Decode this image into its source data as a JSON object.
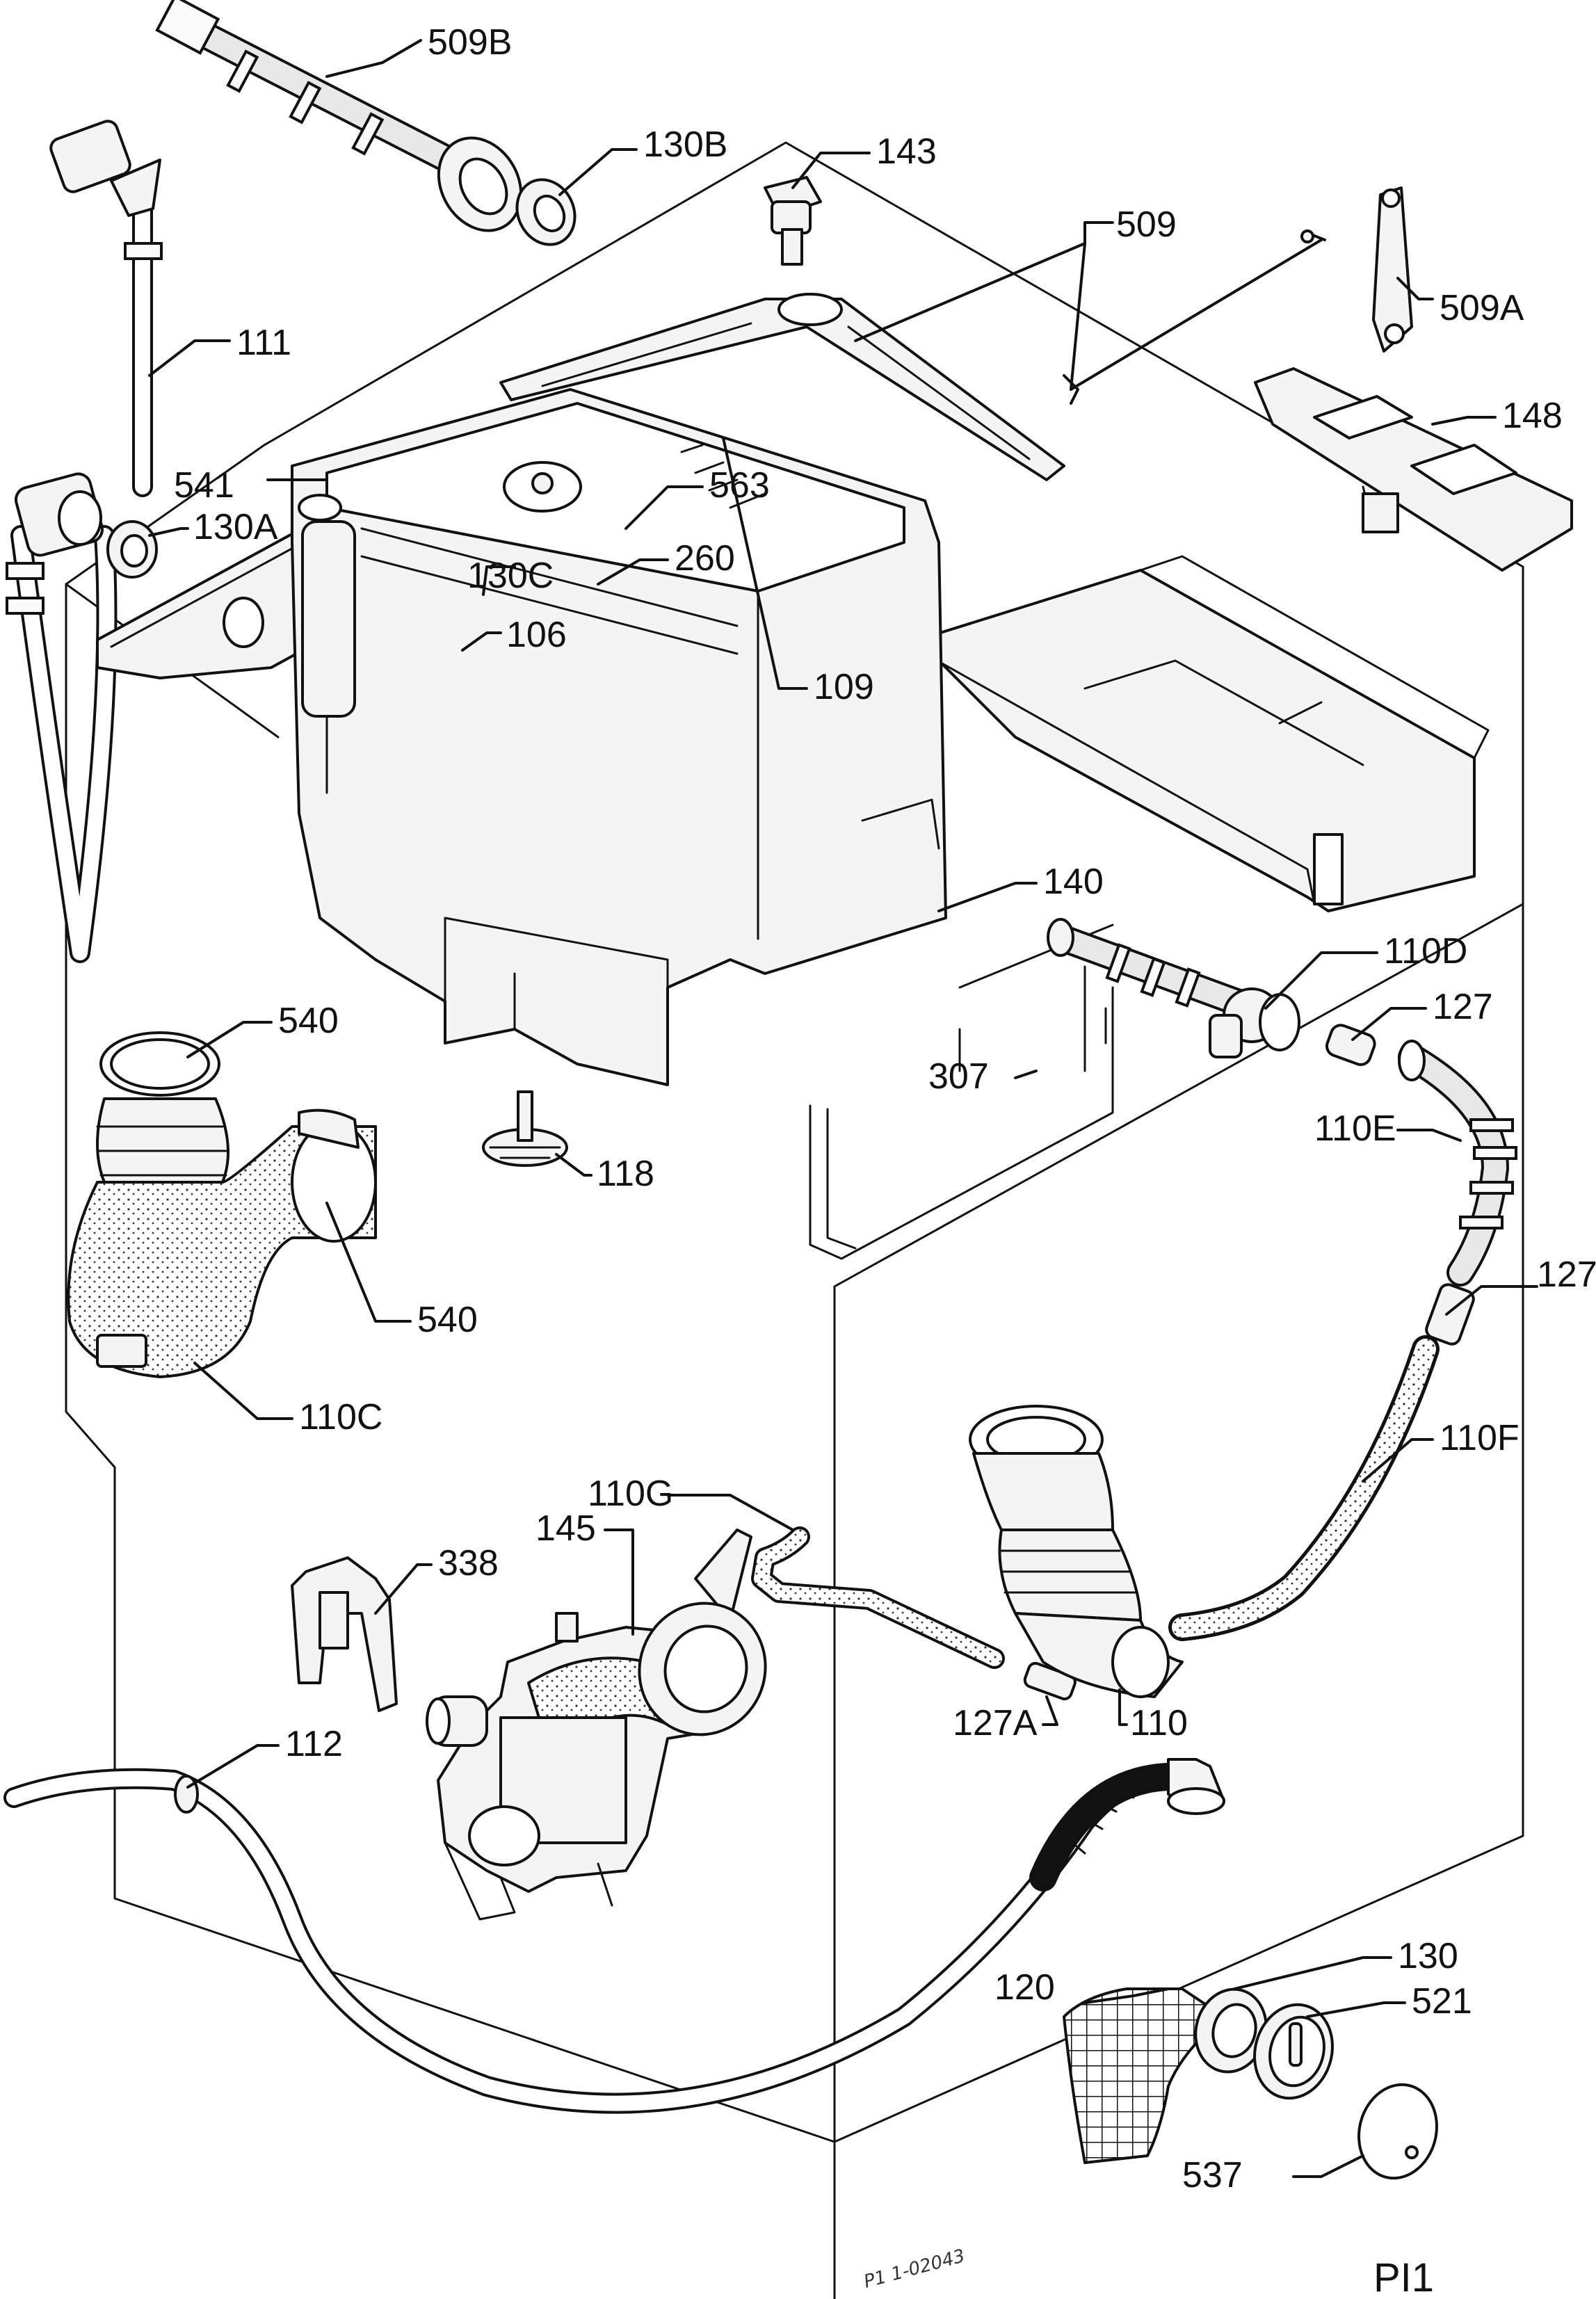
{
  "diagram": {
    "labels": {
      "p509b": "509B",
      "p130b": "130B",
      "p143": "143",
      "p509": "509",
      "p509a": "509A",
      "p111": "111",
      "p541": "541",
      "p130a": "130A",
      "p563": "563",
      "p260": "260",
      "p130c": "130C",
      "p106": "106",
      "p148": "148",
      "p109": "109",
      "p307": "307",
      "p140": "140",
      "p110d": "110D",
      "p540a": "540",
      "p127a": "127",
      "p110e": "110E",
      "p118": "118",
      "p540b": "540",
      "p127b": "127",
      "p110c": "110C",
      "p110f": "110F",
      "p110g": "110G",
      "p145": "145",
      "p338": "338",
      "p127A": "127A",
      "p110": "110",
      "p112": "112",
      "p130": "130",
      "p120": "120",
      "p521": "521",
      "p537": "537"
    },
    "drawing_code": "P1 1-02043",
    "page_id": "PI1"
  }
}
